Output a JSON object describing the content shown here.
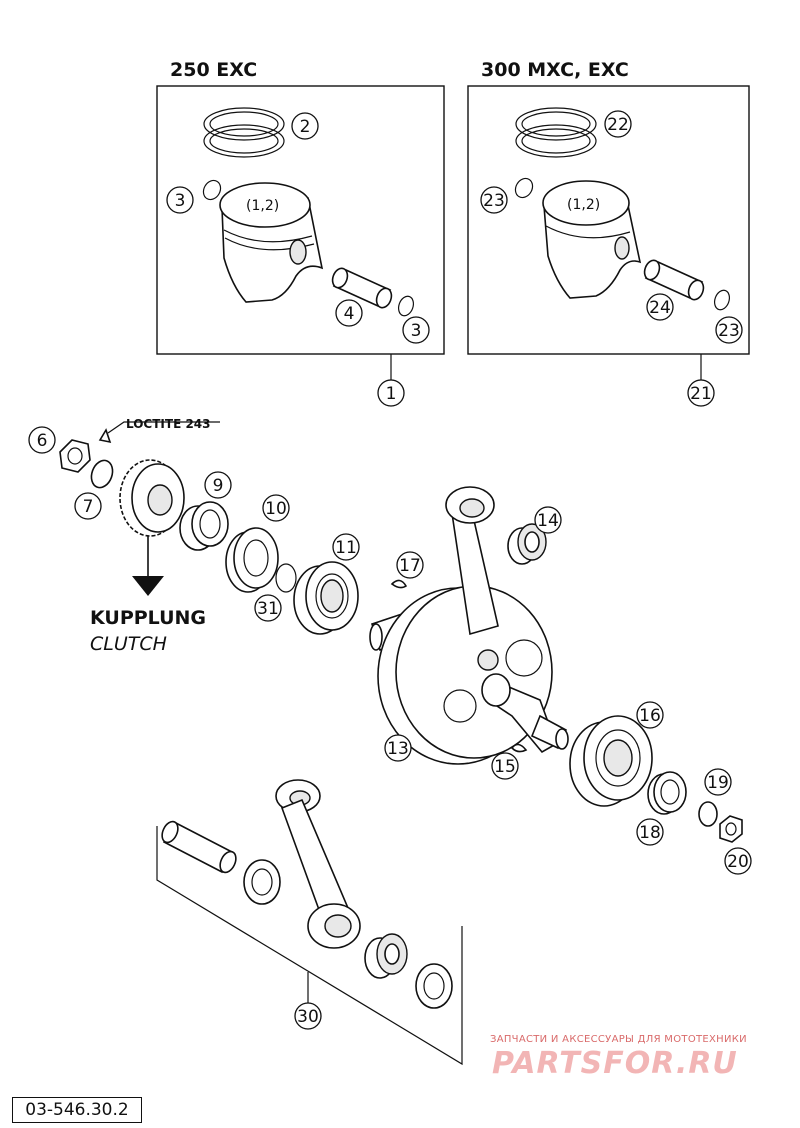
{
  "groups": {
    "left_title": "250 EXC",
    "right_title": "300 MXC, EXC"
  },
  "piston_marking": "(1,2)",
  "labels": {
    "p1": "1",
    "p2": "2",
    "p3a": "3",
    "p3b": "3",
    "p4": "4",
    "p6": "6",
    "p7": "7",
    "p9": "9",
    "p10": "10",
    "p11": "11",
    "p13": "13",
    "p14": "14",
    "p15": "15",
    "p16": "16",
    "p17": "17",
    "p18": "18",
    "p19": "19",
    "p20": "20",
    "p21": "21",
    "p22": "22",
    "p23a": "23",
    "p23b": "23",
    "p24": "24",
    "p30": "30",
    "p31": "31"
  },
  "notes": {
    "loctite": "LOCTITE 243",
    "kupplung": "KUPPLUNG",
    "clutch": "CLUTCH"
  },
  "reference_code": "03-546.30.2",
  "watermark": {
    "tagline": "ЗАПЧАСТИ И АКСЕССУАРЫ ДЛЯ МОТОТЕХНИКИ",
    "brand": "PARTSFOR.RU"
  }
}
